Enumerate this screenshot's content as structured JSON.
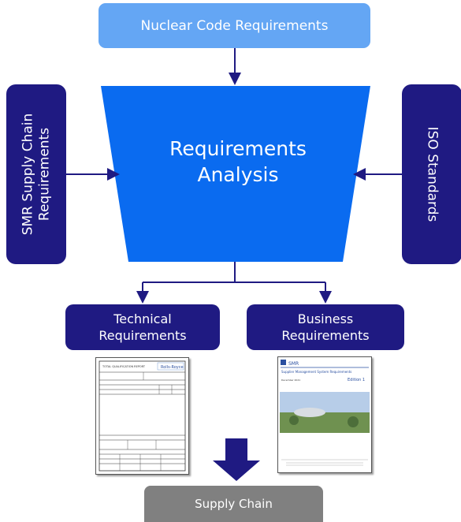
{
  "top_box": {
    "label": "Nuclear Code Requirements"
  },
  "left_box": {
    "line1": "SMR Supply Chain",
    "line2": "Requirements"
  },
  "right_box": {
    "label": "ISO Standards"
  },
  "center": {
    "line1": "Requirements",
    "line2": "Analysis"
  },
  "technical": {
    "line1": "Technical",
    "line2": "Requirements"
  },
  "business": {
    "line1": "Business",
    "line2": "Requirements"
  },
  "bottom_box": {
    "label": "Supply Chain"
  },
  "doc_technical": {
    "title": "TOTAL QUALIFICATION REPORT",
    "logo": "Rolls-Royce"
  },
  "doc_business": {
    "logo": "SMR",
    "title": "Supplier Management System Requirements",
    "edition": "Edition 1",
    "date": "December 2021"
  },
  "colors": {
    "light_blue": "#64a6f4",
    "bright_blue": "#0a6bf0",
    "navy": "#1f1a82",
    "gray": "#808080",
    "arrow": "#1f1a82"
  }
}
